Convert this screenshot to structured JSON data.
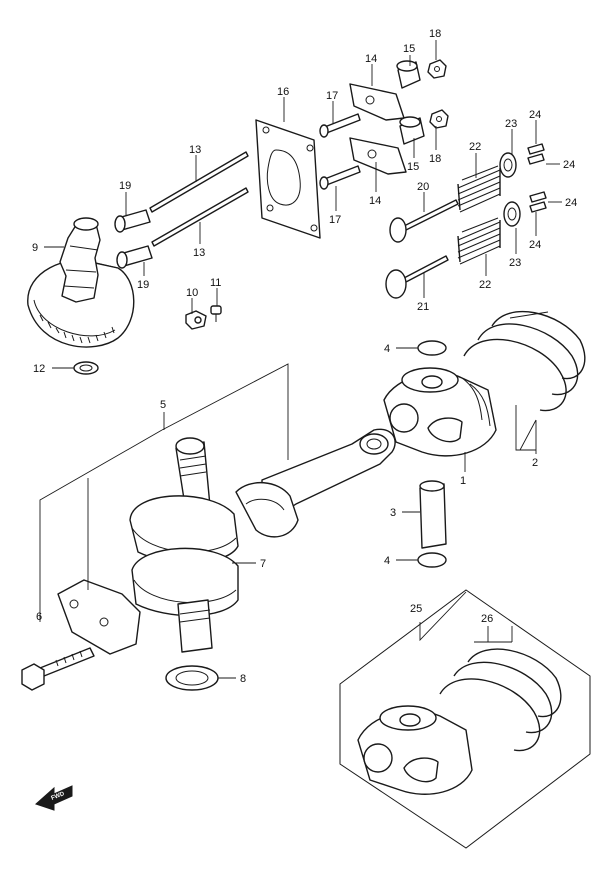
{
  "callouts": {
    "c1": "1",
    "c2": "2",
    "c3": "3",
    "c4a": "4",
    "c4b": "4",
    "c5": "5",
    "c6": "6",
    "c7": "7",
    "c8": "8",
    "c9": "9",
    "c10": "10",
    "c11": "11",
    "c12": "12",
    "c13a": "13",
    "c13b": "13",
    "c14a": "14",
    "c14b": "14",
    "c15a": "15",
    "c15b": "15",
    "c16": "16",
    "c17a": "17",
    "c17b": "17",
    "c18a": "18",
    "c18b": "18",
    "c19a": "19",
    "c19b": "19",
    "c20": "20",
    "c21": "21",
    "c22a": "22",
    "c22b": "22",
    "c23a": "23",
    "c23b": "23",
    "c24a": "24",
    "c24b": "24",
    "c24c": "24",
    "c24d": "24",
    "c25": "25",
    "c26": "26"
  },
  "fwd_label": "FWD"
}
